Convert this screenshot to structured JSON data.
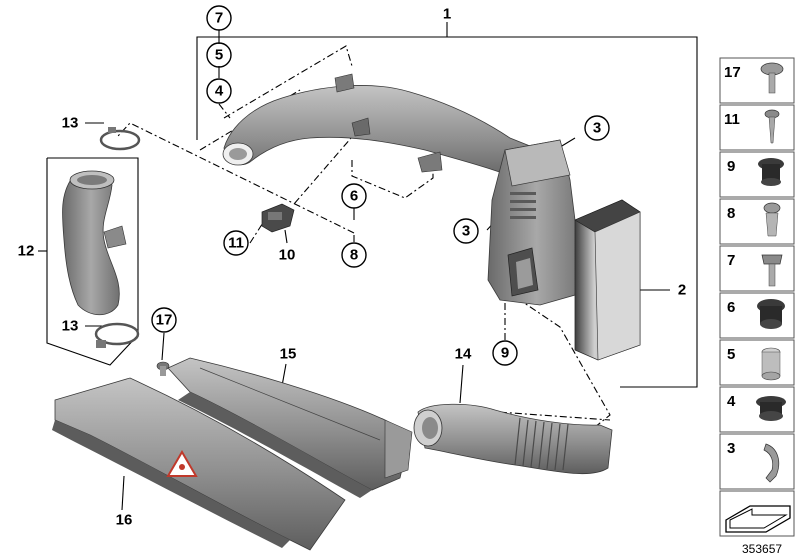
{
  "callouts": {
    "c1": "1",
    "c2": "2",
    "c3a": "3",
    "c3b": "3",
    "c4": "4",
    "c5": "5",
    "c6": "6",
    "c7": "7",
    "c8": "8",
    "c9": "9",
    "c10": "10",
    "c11": "11",
    "c12": "12",
    "c13a": "13",
    "c13b": "13",
    "c14": "14",
    "c15": "15",
    "c16": "16",
    "c17": "17"
  },
  "legend": {
    "items": [
      {
        "num": "17",
        "icon": "screw-collar-icon"
      },
      {
        "num": "11",
        "icon": "screw-icon"
      },
      {
        "num": "9",
        "icon": "grommet-icon"
      },
      {
        "num": "8",
        "icon": "expansion-rivet-icon"
      },
      {
        "num": "7",
        "icon": "bolt-icon"
      },
      {
        "num": "6",
        "icon": "rubber-mount-icon"
      },
      {
        "num": "5",
        "icon": "sleeve-icon"
      },
      {
        "num": "4",
        "icon": "rubber-bushing-icon"
      },
      {
        "num": "3",
        "icon": "clip-icon"
      }
    ],
    "bottom_icon": "arrow-pictogram-icon"
  },
  "reference_number": "353657",
  "colors": {
    "part_fill": "#8e8e8e",
    "part_light": "#b5b5b5",
    "part_dark": "#5a5a5a",
    "warning": "#c0392b"
  }
}
